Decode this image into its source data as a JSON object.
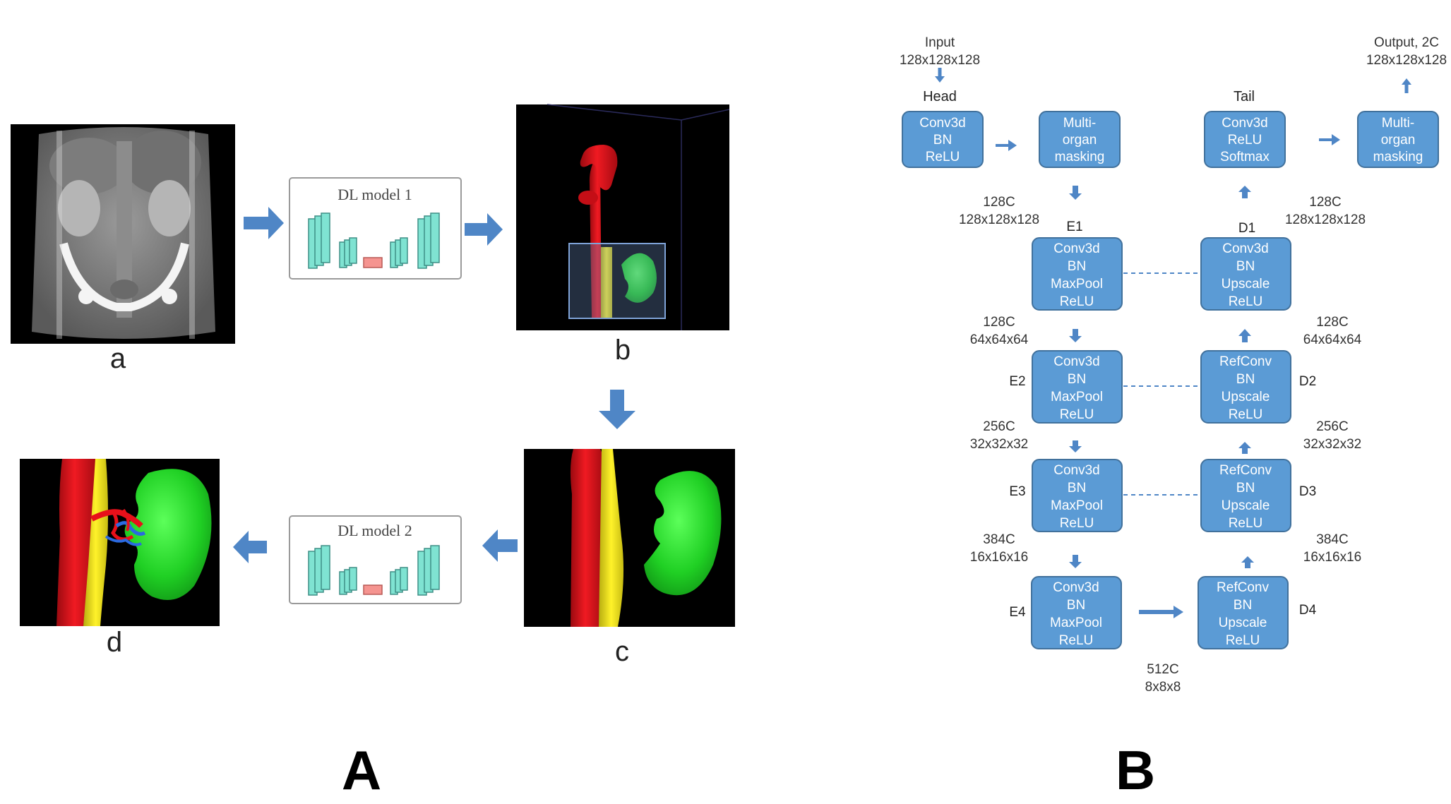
{
  "panel_A": {
    "label": "A",
    "sublabels": {
      "a": "a",
      "b": "b",
      "c": "c",
      "d": "d"
    },
    "model1_label": "DL model 1",
    "model2_label": "DL model 2"
  },
  "panel_B": {
    "label": "B",
    "input": {
      "line1": "Input",
      "line2": "128x128x128"
    },
    "output": {
      "line1": "Output, 2C",
      "line2": "128x128x128"
    },
    "head_label": "Head",
    "tail_label": "Tail",
    "head_box": [
      "Conv3d",
      "BN",
      "ReLU"
    ],
    "mask_box_left": [
      "Multi-",
      "organ",
      "masking"
    ],
    "tail_box": [
      "Conv3d",
      "ReLU",
      "Softmax"
    ],
    "mask_box_right": [
      "Multi-",
      "organ",
      "masking"
    ],
    "encoder": [
      {
        "name": "E1",
        "lines": [
          "Conv3d",
          "BN",
          "MaxPool",
          "ReLU"
        ],
        "ch": "128C",
        "size": "128x128x128"
      },
      {
        "name": "E2",
        "lines": [
          "Conv3d",
          "BN",
          "MaxPool",
          "ReLU"
        ],
        "ch": "128C",
        "size": "64x64x64"
      },
      {
        "name": "E3",
        "lines": [
          "Conv3d",
          "BN",
          "MaxPool",
          "ReLU"
        ],
        "ch": "256C",
        "size": "32x32x32"
      },
      {
        "name": "E4",
        "lines": [
          "Conv3d",
          "BN",
          "MaxPool",
          "ReLU"
        ],
        "ch": "384C",
        "size": "16x16x16"
      }
    ],
    "decoder": [
      {
        "name": "D1",
        "lines": [
          "Conv3d",
          "BN",
          "Upscale",
          "ReLU"
        ],
        "ch": "128C",
        "size": "128x128x128"
      },
      {
        "name": "D2",
        "lines": [
          "RefConv",
          "BN",
          "Upscale",
          "ReLU"
        ],
        "ch": "128C",
        "size": "64x64x64"
      },
      {
        "name": "D3",
        "lines": [
          "RefConv",
          "BN",
          "Upscale",
          "ReLU"
        ],
        "ch": "256C",
        "size": "32x32x32"
      },
      {
        "name": "D4",
        "lines": [
          "RefConv",
          "BN",
          "Upscale",
          "ReLU"
        ],
        "ch": "384C",
        "size": "16x16x16"
      }
    ],
    "bottleneck": {
      "ch": "512C",
      "size": "8x8x8"
    }
  },
  "colors": {
    "box_fill": "#5b9bd5",
    "box_stroke": "#41719c",
    "arrow": "#4f86c6",
    "aorta": "#e8101a",
    "ivc": "#f2ea1a",
    "kidney": "#22d62a",
    "model_block": "#7fe3d2",
    "model_bottleneck": "#f59490"
  }
}
